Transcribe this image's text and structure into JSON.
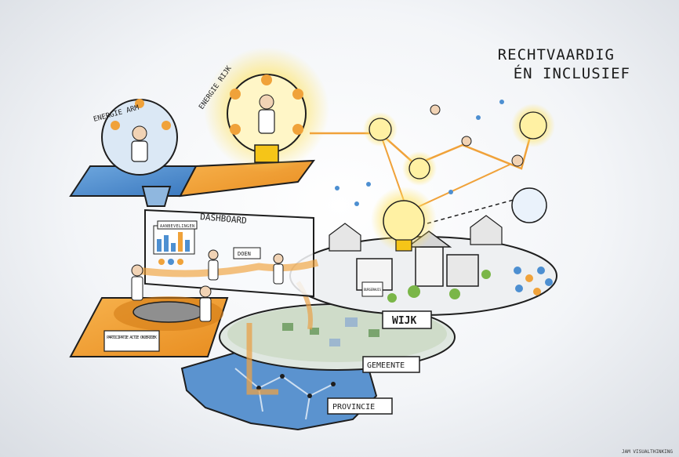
{
  "title_line1": "RECHTVAARDIG",
  "title_line2": "ÉN INCLUSIEF",
  "labels": {
    "energie_arm": "ENERGIE ARM",
    "energie_rijk": "ENERGIE RIJK",
    "dashboard": "DASHBOARD",
    "wijk": "WIJK",
    "gemeente": "GEMEENTE",
    "provincie": "PROVINCIE",
    "participatie": "PARTICIPATIE ACTIE ONDERZOEK",
    "screen_header": "AANBEVELINGEN",
    "doen": "DOEN",
    "sign": "BURGERHUIS"
  },
  "credit": "JAM VISUALTHINKING",
  "colors": {
    "accent_yellow": "#f5c518",
    "accent_orange": "#f0a23a",
    "accent_blue": "#4d8fd1",
    "ink": "#1e1e1e"
  }
}
